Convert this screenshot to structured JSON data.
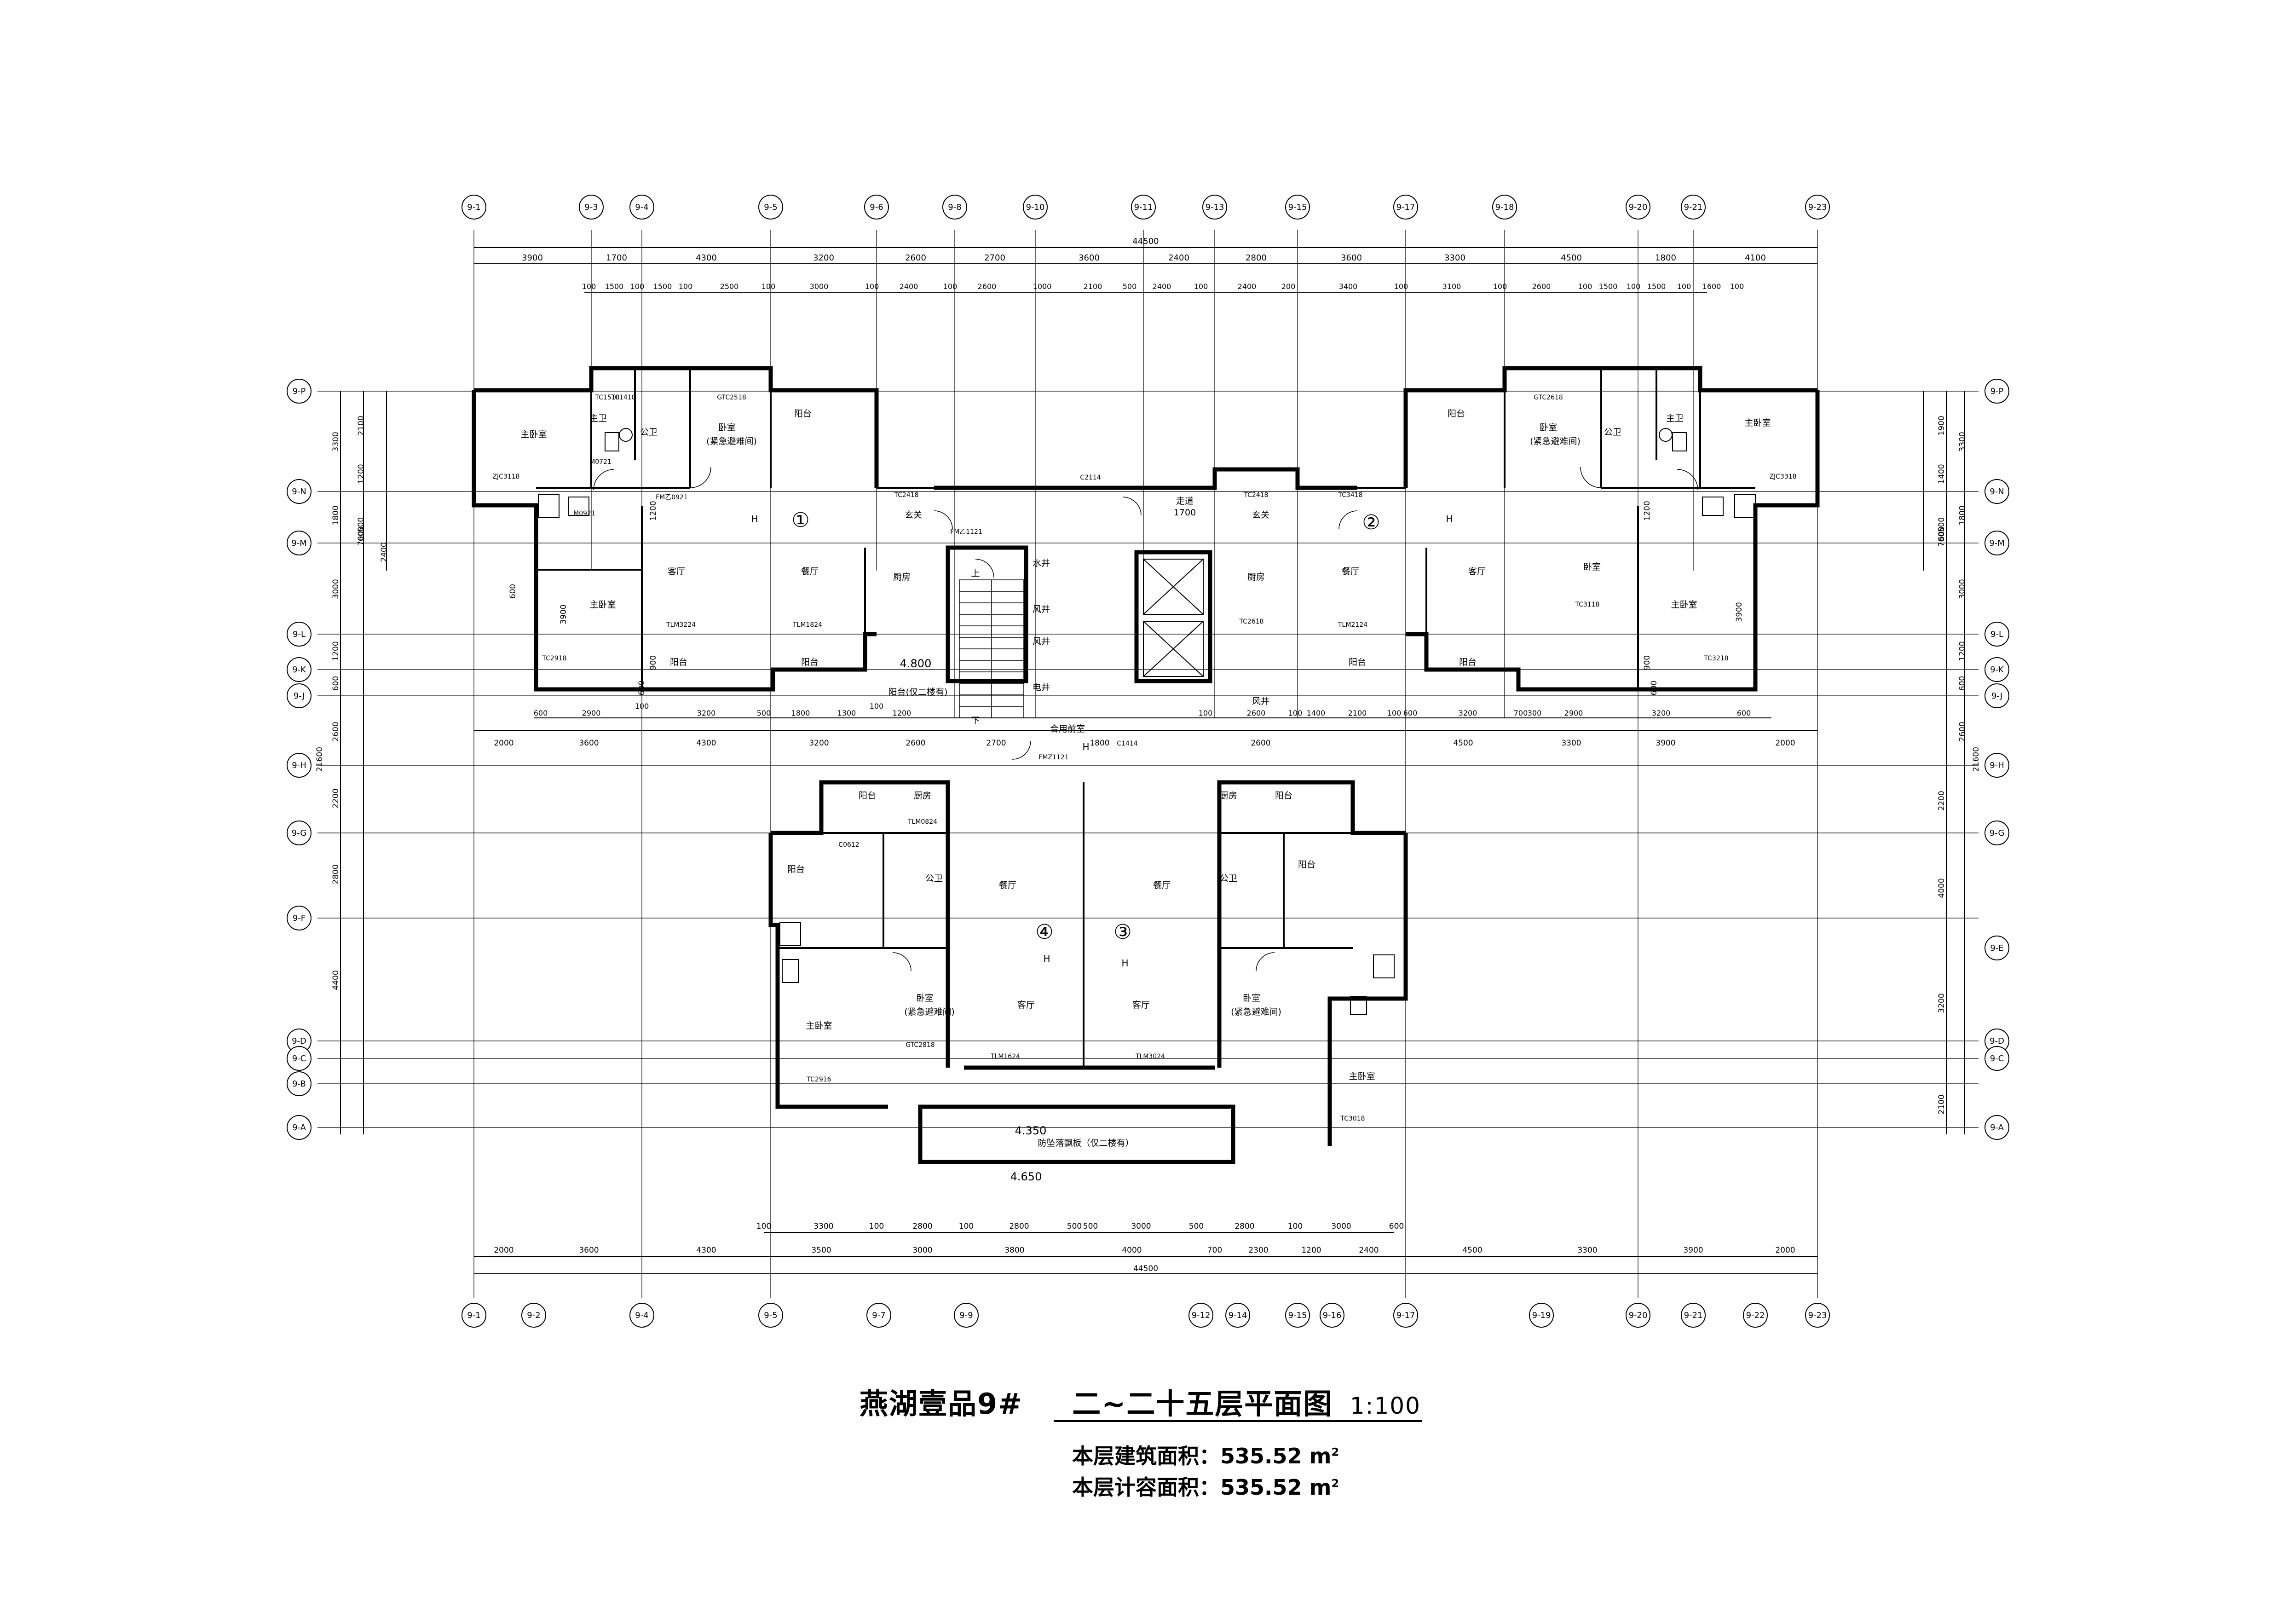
{
  "drawing": {
    "project_title": "燕湖壹品9#",
    "floor_title": "二~二十五层平面图",
    "scale": "1:100",
    "building_area_label": "本层建筑面积：",
    "building_area_value": "535.52",
    "counted_area_label": "本层计容面积：",
    "counted_area_value": "535.52",
    "area_unit": "m",
    "area_unit_sup": "2"
  },
  "axes_top": [
    "9-1",
    "9-3",
    "9-4",
    "9-5",
    "9-6",
    "9-8",
    "9-10",
    "9-11",
    "9-13",
    "9-15",
    "9-17",
    "9-18",
    "9-20",
    "9-21",
    "9-23"
  ],
  "axes_bottom": [
    "9-1",
    "9-2",
    "9-4",
    "9-5",
    "9-7",
    "9-9",
    "9-12",
    "9-14",
    "9-15",
    "9-16",
    "9-17",
    "9-19",
    "9-20",
    "9-21",
    "9-22",
    "9-23"
  ],
  "axes_left": [
    "9-P",
    "9-N",
    "9-M",
    "9-L",
    "9-K",
    "9-J",
    "9-H",
    "9-G",
    "9-F",
    "9-D",
    "9-C",
    "9-B",
    "9-A"
  ],
  "axes_right": [
    "9-P",
    "9-N",
    "9-M",
    "9-L",
    "9-K",
    "9-J",
    "9-H",
    "9-G",
    "9-E",
    "9-D",
    "9-C",
    "9-A"
  ],
  "dims_top_total": "44500",
  "dims_top_row1": [
    "3900",
    "1700",
    "4300",
    "3200",
    "2600",
    "2700",
    "3600",
    "2400",
    "2800",
    "3600",
    "3300",
    "4500",
    "1800",
    "4100"
  ],
  "dims_top_row2": [
    "100",
    "1500",
    "100",
    "1500",
    "100",
    "2500",
    "100",
    "3000",
    "100",
    "2400",
    "100",
    "2600",
    "1000",
    "2100",
    "500",
    "2400",
    "100",
    "2400",
    "200",
    "3400",
    "100",
    "3100",
    "100",
    "2600",
    "100",
    "1500",
    "100",
    "1500",
    "100",
    "1600",
    "100"
  ],
  "dims_mid_row": [
    "2000",
    "3600",
    "4300",
    "3200",
    "2600",
    "2700",
    "1800",
    "2600",
    "4500",
    "3300",
    "3900",
    "2000"
  ],
  "dims_mid_row2": [
    "600",
    "2900",
    "100",
    "3200",
    "500",
    "1800",
    "1300",
    "100",
    "1200",
    "100",
    "2600",
    "100",
    "1400",
    "2100",
    "100",
    "600",
    "3200",
    "700",
    "300",
    "2900",
    "3200",
    "600"
  ],
  "dims_bottom_row1": [
    "100",
    "3300",
    "100",
    "2800",
    "100",
    "2800",
    "500",
    "500",
    "3000",
    "500",
    "2800",
    "100",
    "3000",
    "600"
  ],
  "dims_bottom_row2": [
    "2000",
    "3600",
    "4300",
    "3500",
    "3000",
    "3800",
    "4000",
    "700",
    "2300",
    "1200",
    "2400",
    "4500",
    "3300",
    "3900",
    "2000"
  ],
  "dims_bottom_total": "44500",
  "dims_left_col1": [
    "3300",
    "1800",
    "3000",
    "1200",
    "600",
    "2600",
    "2200",
    "2800",
    "4400"
  ],
  "dims_left_col2": [
    "2100",
    "1200",
    "500",
    "600",
    "700",
    "2400",
    "600",
    "3900",
    "1200",
    "900",
    "600"
  ],
  "dims_left_total": "21600",
  "dims_right_total": "21600",
  "dims_right_col1": [
    "1900",
    "1400",
    "500",
    "600",
    "700",
    "3900",
    "1200",
    "900",
    "600",
    "2200",
    "4000",
    "3200",
    "2100"
  ],
  "dims_right_col2": [
    "3300",
    "1800",
    "3000",
    "1200",
    "600",
    "2600"
  ],
  "unit_labels": [
    "①",
    "②",
    "③",
    "④"
  ],
  "room_labels": {
    "master_bedroom": "主卧室",
    "bedroom": "卧室",
    "bedroom_refuge": "(紧急避难间)",
    "living": "客厅",
    "dining": "餐厅",
    "kitchen": "厨房",
    "balcony": "阳台",
    "bathroom": "公卫",
    "master_bath": "主卫",
    "foyer": "玄关",
    "corridor": "走道",
    "corridor_w": "1700",
    "elevator_hall": "合用前室",
    "wind_shaft": "风井",
    "water_well": "水井",
    "elec_well": "电井",
    "stair_up": "上",
    "stair_down": "下",
    "canopy": "防坠落飘板（仅二楼有）",
    "bal_note": "阳台(仅二楼有)"
  },
  "door_window_tags": [
    "TC1418",
    "GTC2518",
    "TC1518",
    "TC2418",
    "TC2618",
    "FM乙1121",
    "FM乙0921",
    "M0721",
    "M0921",
    "TLM3224",
    "TLM1824",
    "TLM2124",
    "TC3118",
    "TC2918",
    "TC3418",
    "TC3218",
    "TC2418",
    "ZJC3118",
    "ZJC3318",
    "C2114",
    "C1414",
    "FMZ1121",
    "GTC2818",
    "TC2916",
    "TC3018",
    "TLM1624",
    "TLM3024",
    "GTC2618",
    "TLM0824",
    "C0612"
  ],
  "elevations": [
    "4.800",
    "4.350",
    "4.650",
    "H"
  ],
  "colors": {
    "line": "#000000",
    "background": "#ffffff"
  }
}
